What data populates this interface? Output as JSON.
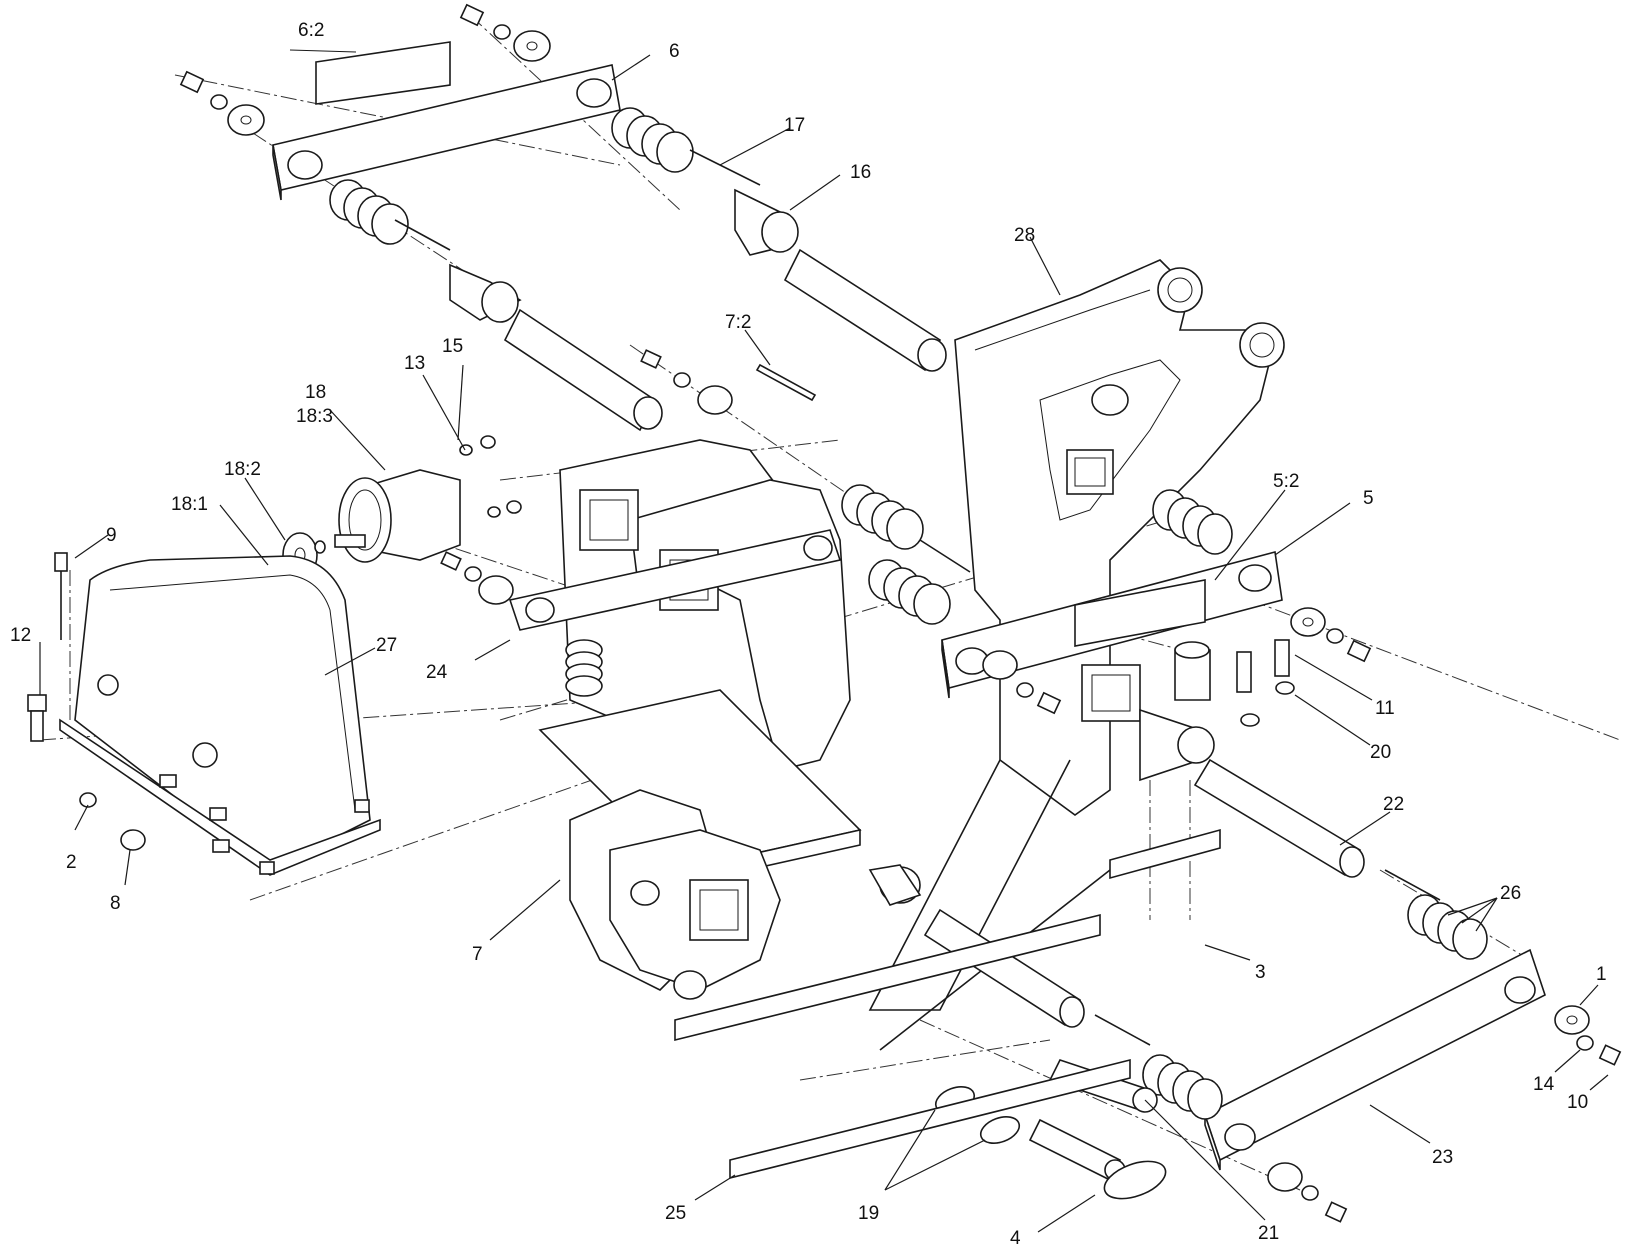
{
  "labels": [
    {
      "id": "1",
      "text": "1"
    },
    {
      "id": "2",
      "text": "2"
    },
    {
      "id": "3",
      "text": "3"
    },
    {
      "id": "4",
      "text": "4"
    },
    {
      "id": "5",
      "text": "5"
    },
    {
      "id": "5_2",
      "text": "5:2"
    },
    {
      "id": "6",
      "text": "6"
    },
    {
      "id": "6_2",
      "text": "6:2"
    },
    {
      "id": "7",
      "text": "7"
    },
    {
      "id": "7_2",
      "text": "7:2"
    },
    {
      "id": "8",
      "text": "8"
    },
    {
      "id": "9",
      "text": "9"
    },
    {
      "id": "10",
      "text": "10"
    },
    {
      "id": "11",
      "text": "11"
    },
    {
      "id": "12",
      "text": "12"
    },
    {
      "id": "13",
      "text": "13"
    },
    {
      "id": "14",
      "text": "14"
    },
    {
      "id": "15",
      "text": "15"
    },
    {
      "id": "16",
      "text": "16"
    },
    {
      "id": "17",
      "text": "17"
    },
    {
      "id": "18",
      "text": "18"
    },
    {
      "id": "18_3",
      "text": "18:3"
    },
    {
      "id": "18_2",
      "text": "18:2"
    },
    {
      "id": "18_1",
      "text": "18:1"
    },
    {
      "id": "19",
      "text": "19"
    },
    {
      "id": "20",
      "text": "20"
    },
    {
      "id": "21",
      "text": "21"
    },
    {
      "id": "22",
      "text": "22"
    },
    {
      "id": "23",
      "text": "23"
    },
    {
      "id": "24",
      "text": "24"
    },
    {
      "id": "25",
      "text": "25"
    },
    {
      "id": "26",
      "text": "26"
    },
    {
      "id": "27",
      "text": "27"
    },
    {
      "id": "28",
      "text": "28"
    }
  ]
}
